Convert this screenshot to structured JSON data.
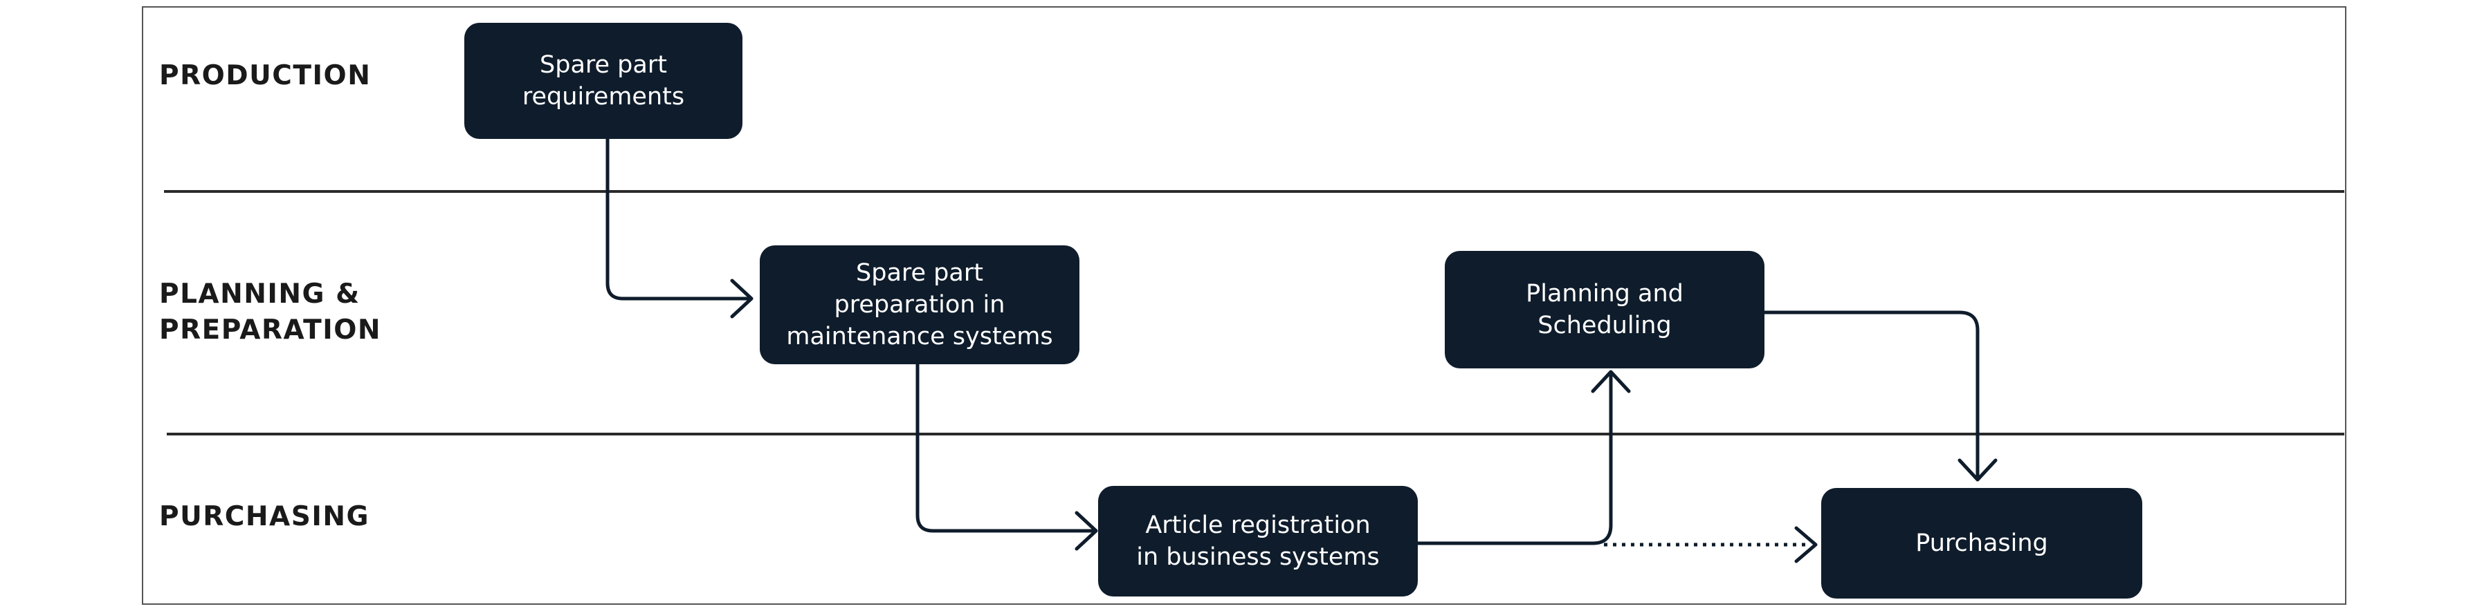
{
  "lanes": {
    "production": "PRODUCTION",
    "planning": "PLANNING &\nPREPARATION",
    "purchasing": "PURCHASING"
  },
  "nodes": {
    "spare_part_requirements": "Spare part\nrequirements",
    "spare_part_preparation": "Spare part\npreparation in\nmaintenance systems",
    "planning_scheduling": "Planning and\nScheduling",
    "article_registration": "Article registration\nin business systems",
    "purchasing": "Purchasing"
  },
  "colors": {
    "node_fill": "#0f1c2b",
    "node_text": "#ffffff",
    "connector": "#0f1c2b",
    "lane_divider": "#2a2a2a",
    "label_text": "#1a1a1a"
  }
}
